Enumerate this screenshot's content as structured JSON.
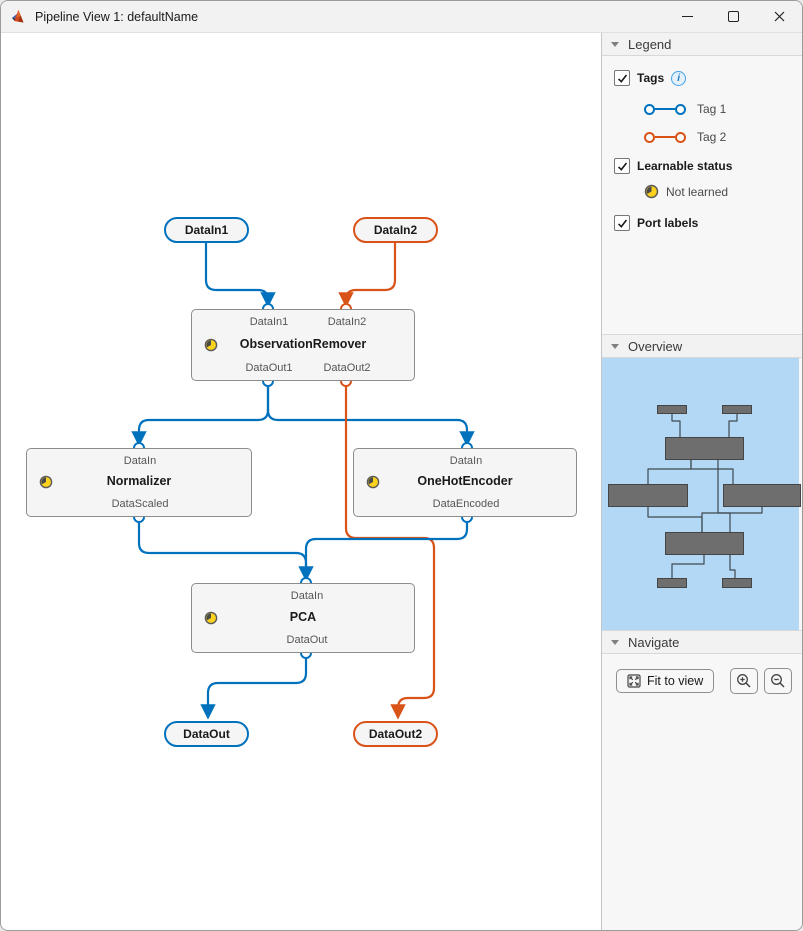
{
  "window": {
    "title": "Pipeline View 1: defaultName"
  },
  "colors": {
    "tag1": "#0072BD",
    "tag2": "#D95319"
  },
  "legend": {
    "header": "Legend",
    "tags_label": "Tags",
    "tag1_label": "Tag 1",
    "tag2_label": "Tag 2",
    "learnable_label": "Learnable status",
    "not_learned_label": "Not learned",
    "port_labels_label": "Port labels"
  },
  "overview": {
    "header": "Overview"
  },
  "navigate": {
    "header": "Navigate",
    "fit_label": "Fit to view"
  },
  "pipeline": {
    "input1": {
      "label": "DataIn1"
    },
    "input2": {
      "label": "DataIn2"
    },
    "output1": {
      "label": "DataOut"
    },
    "output2": {
      "label": "DataOut2"
    },
    "observation_remover": {
      "title": "ObservationRemover",
      "in1": "DataIn1",
      "in2": "DataIn2",
      "out1": "DataOut1",
      "out2": "DataOut2"
    },
    "normalizer": {
      "title": "Normalizer",
      "in": "DataIn",
      "out": "DataScaled"
    },
    "onehotencoder": {
      "title": "OneHotEncoder",
      "in": "DataIn",
      "out": "DataEncoded"
    },
    "pca": {
      "title": "PCA",
      "in": "DataIn",
      "out": "DataOut"
    }
  }
}
